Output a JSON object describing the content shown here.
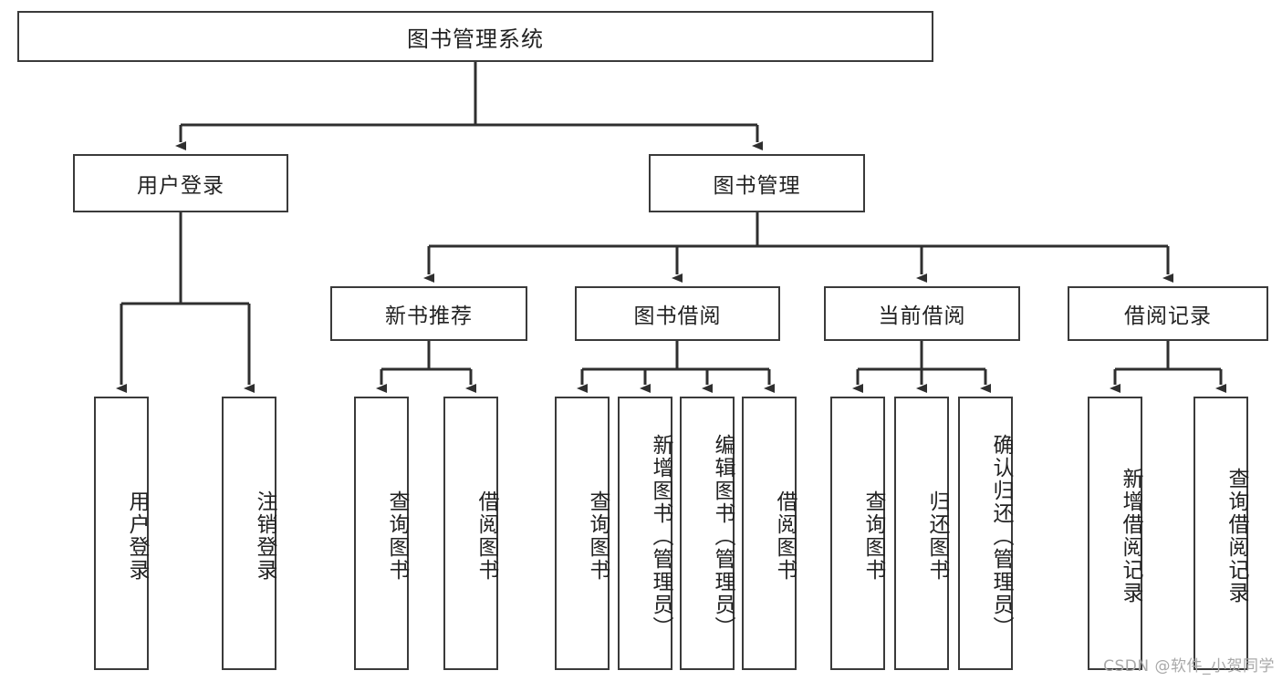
{
  "diagram": {
    "title": "图书管理系统",
    "type": "tree-hierarchy",
    "root": {
      "id": "root",
      "label": "图书管理系统"
    },
    "level2": [
      {
        "id": "user-login",
        "label": "用户登录"
      },
      {
        "id": "book-manage",
        "label": "图书管理"
      }
    ],
    "level3": [
      {
        "id": "new-book-recommend",
        "label": "新书推荐",
        "parent": "book-manage"
      },
      {
        "id": "book-borrow",
        "label": "图书借阅",
        "parent": "book-manage"
      },
      {
        "id": "current-borrow",
        "label": "当前借阅",
        "parent": "book-manage"
      },
      {
        "id": "borrow-record",
        "label": "借阅记录",
        "parent": "book-manage"
      }
    ],
    "leaves": [
      {
        "id": "leaf-user-login",
        "label": "用户登录",
        "parent": "user-login"
      },
      {
        "id": "leaf-user-logout",
        "label": "注销登录",
        "parent": "user-login"
      },
      {
        "id": "leaf-rec-query-book",
        "label": "查询图书",
        "parent": "new-book-recommend"
      },
      {
        "id": "leaf-rec-borrow-book",
        "label": "借阅图书",
        "parent": "new-book-recommend"
      },
      {
        "id": "leaf-bb-query-book",
        "label": "查询图书",
        "parent": "book-borrow"
      },
      {
        "id": "leaf-bb-add-book",
        "label": "新增图书（管理员）",
        "parent": "book-borrow"
      },
      {
        "id": "leaf-bb-edit-book",
        "label": "编辑图书（管理员）",
        "parent": "book-borrow"
      },
      {
        "id": "leaf-bb-borrow-book",
        "label": "借阅图书",
        "parent": "book-borrow"
      },
      {
        "id": "leaf-cb-query-book",
        "label": "查询图书",
        "parent": "current-borrow"
      },
      {
        "id": "leaf-cb-return-book",
        "label": "归还图书",
        "parent": "current-borrow"
      },
      {
        "id": "leaf-cb-confirm-return",
        "label": "确认归还（管理员）",
        "parent": "current-borrow"
      },
      {
        "id": "leaf-br-add-record",
        "label": "新增借阅记录",
        "parent": "borrow-record"
      },
      {
        "id": "leaf-br-query-record",
        "label": "查询借阅记录",
        "parent": "borrow-record"
      }
    ],
    "colors": {
      "box_border": "#3a3a3a",
      "box_fill": "#ffffff",
      "connector": "#2f2f2f",
      "text": "#222222",
      "watermark": "#a9a9a9",
      "background": "#ffffff"
    }
  },
  "watermark": {
    "text": "CSDN @软件_小贺同学"
  }
}
